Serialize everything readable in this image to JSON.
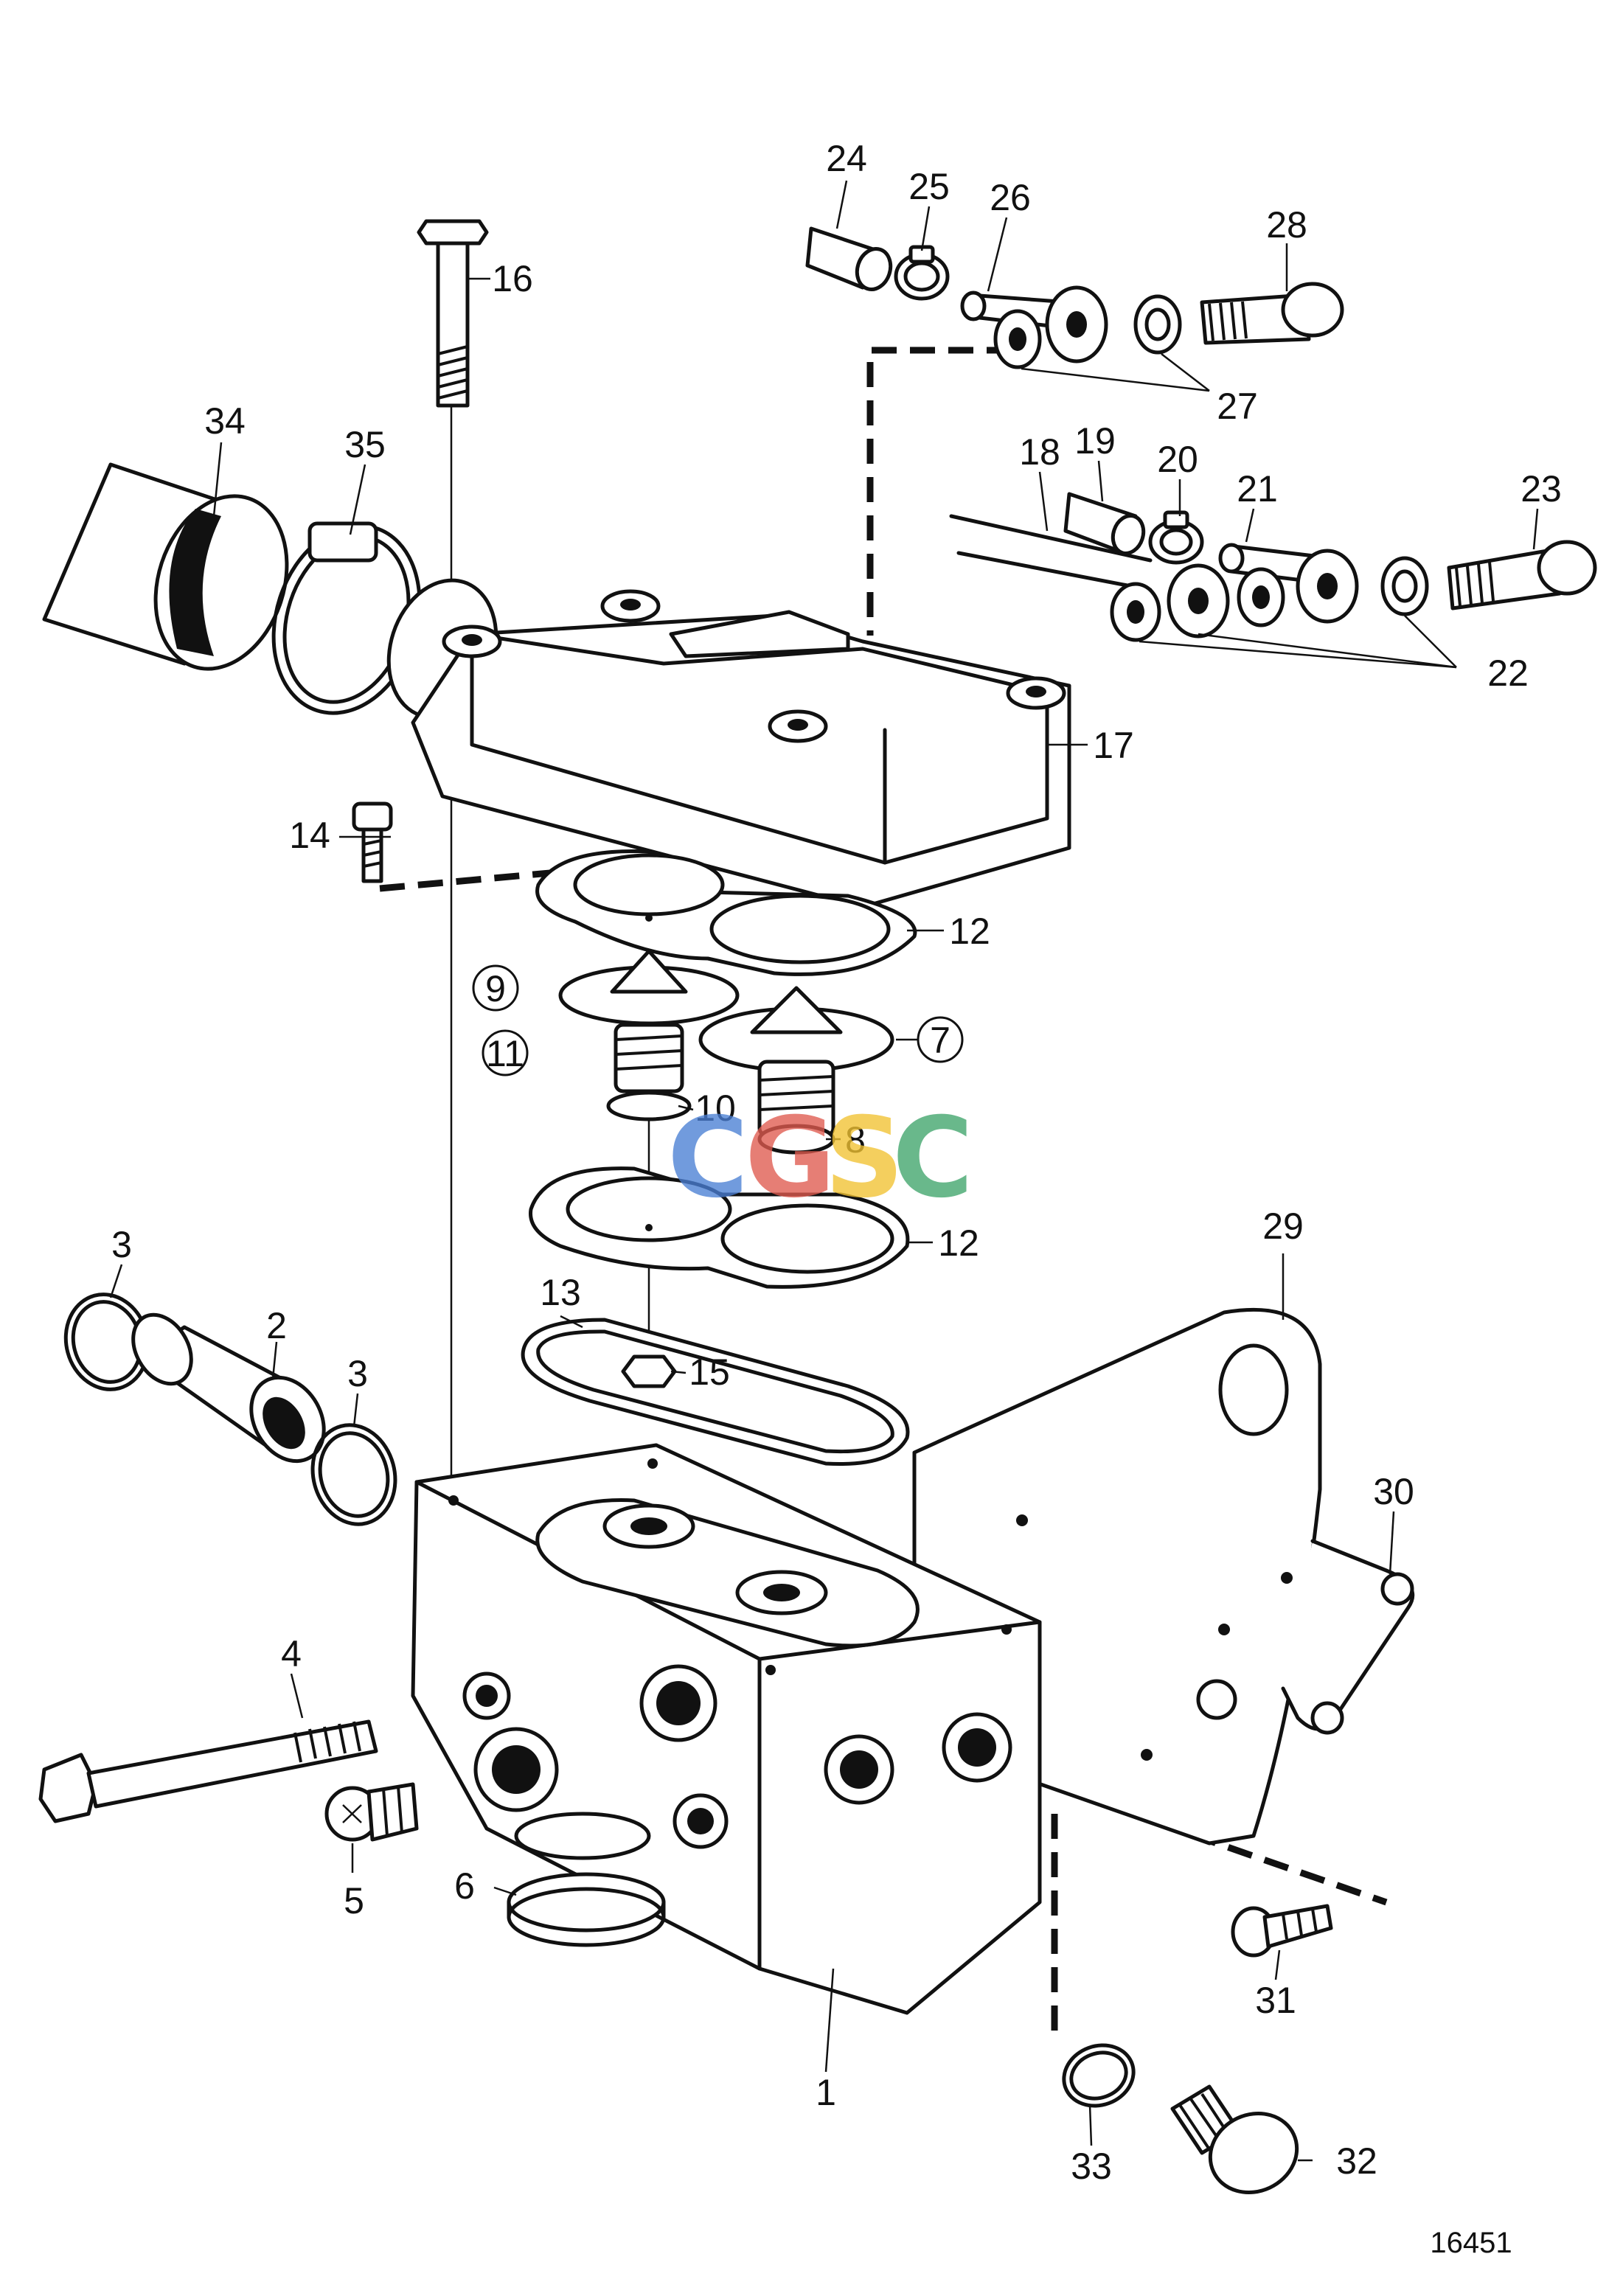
{
  "callouts": {
    "c1": "1",
    "c2": "2",
    "c3a": "3",
    "c3b": "3",
    "c4": "4",
    "c5": "5",
    "c6": "6",
    "c7": "7",
    "c8": "8",
    "c9": "9",
    "c10": "10",
    "c11": "11",
    "c12a": "12",
    "c12b": "12",
    "c13": "13",
    "c14": "14",
    "c15": "15",
    "c16": "16",
    "c17": "17",
    "c18": "18",
    "c19": "19",
    "c20": "20",
    "c21": "21",
    "c22": "22",
    "c23": "23",
    "c24": "24",
    "c25": "25",
    "c26": "26",
    "c27": "27",
    "c28": "28",
    "c29": "29",
    "c30": "30",
    "c31": "31",
    "c32": "32",
    "c33": "33",
    "c34": "34",
    "c35": "35"
  },
  "watermark": {
    "letters": [
      "C",
      "G",
      "S",
      "C"
    ],
    "colors": [
      "#4a7fd4",
      "#e05a4f",
      "#f1c232",
      "#3fa56b"
    ]
  },
  "figure_number": "16451"
}
